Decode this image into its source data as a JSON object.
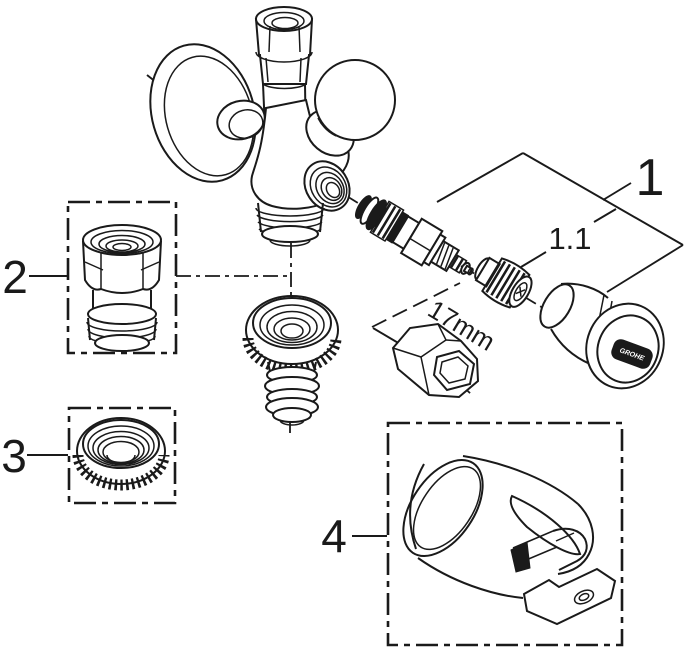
{
  "colors": {
    "ink": "#1a1a1a",
    "paper": "#ffffff",
    "frame": "#c9c9c9"
  },
  "callouts": {
    "one": "1",
    "one_one": "1.1",
    "two": "2",
    "three": "3",
    "four": "4"
  },
  "annotations": {
    "wrench_size": "17mm",
    "cap_badge": "GROHE"
  }
}
